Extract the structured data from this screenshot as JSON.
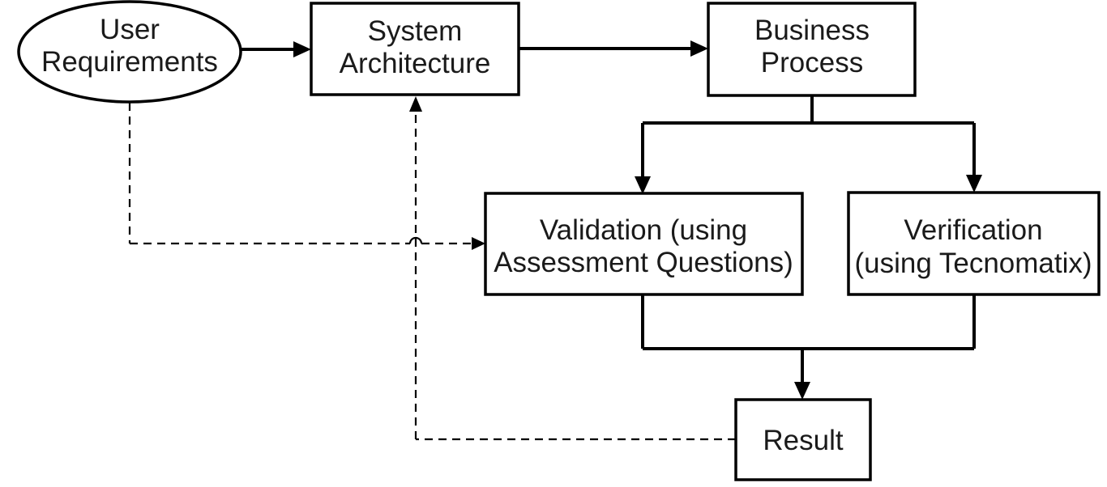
{
  "figure": {
    "type": "flowchart",
    "background": "#ffffff",
    "line_color": "#000000",
    "nodes": {
      "user_requirements": {
        "shape": "ellipse",
        "line1": "User",
        "line2": "Requirements"
      },
      "system_architecture": {
        "shape": "rectangle",
        "line1": "System",
        "line2": "Architecture"
      },
      "business_process": {
        "shape": "rectangle",
        "line1": "Business",
        "line2": "Process"
      },
      "validation": {
        "shape": "rectangle",
        "line1": "Validation (using",
        "line2": "Assessment Questions)"
      },
      "verification": {
        "shape": "rectangle",
        "line1": "Verification",
        "line2": "(using Tecnomatix)"
      },
      "result": {
        "shape": "rectangle",
        "line1": "Result"
      }
    },
    "edges": [
      {
        "from": "user_requirements",
        "to": "system_architecture",
        "style": "solid"
      },
      {
        "from": "system_architecture",
        "to": "business_process",
        "style": "solid"
      },
      {
        "from": "business_process",
        "to": "validation",
        "style": "solid"
      },
      {
        "from": "business_process",
        "to": "verification",
        "style": "solid"
      },
      {
        "from": "validation",
        "to": "result",
        "style": "solid"
      },
      {
        "from": "verification",
        "to": "result",
        "style": "solid"
      },
      {
        "from": "user_requirements",
        "to": "validation",
        "style": "dashed"
      },
      {
        "from": "result",
        "to": "system_architecture",
        "style": "dashed"
      }
    ]
  }
}
